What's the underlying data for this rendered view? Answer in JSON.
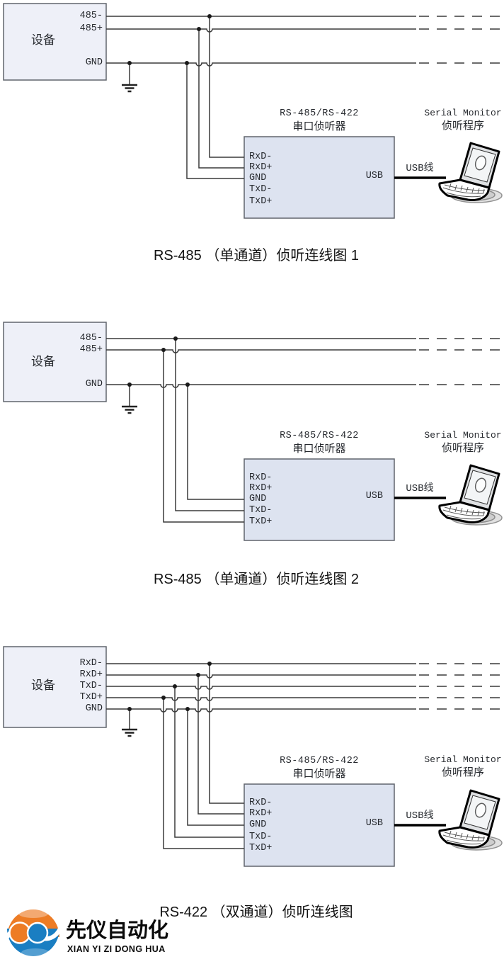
{
  "colors": {
    "wire": "#3a3a3a",
    "device_box_fill": "#eef0f8",
    "listener_box_fill": "#dde3f0",
    "box_border": "#60656d",
    "logo_orange": "#ed7c25",
    "logo_blue": "#1a7ec2",
    "text": "#26292e"
  },
  "diagrams": [
    {
      "device": {
        "label": "设备",
        "pins": [
          "485-",
          "485+",
          "GND"
        ]
      },
      "listener": {
        "title_line1": "RS-485/RS-422",
        "title_line2": "串口侦听器",
        "pins": [
          "RxD-",
          "RxD+",
          "GND",
          "TxD-",
          "TxD+"
        ],
        "usb_label": "USB"
      },
      "monitor": {
        "title_line1": "Serial Monitor",
        "title_line2": "侦听程序"
      },
      "usb_cable_label": "USB线",
      "caption": "RS-485 （单通道）侦听连线图 1"
    },
    {
      "device": {
        "label": "设备",
        "pins": [
          "485-",
          "485+",
          "GND"
        ]
      },
      "listener": {
        "title_line1": "RS-485/RS-422",
        "title_line2": "串口侦听器",
        "pins": [
          "RxD-",
          "RxD+",
          "GND",
          "TxD-",
          "TxD+"
        ],
        "usb_label": "USB"
      },
      "monitor": {
        "title_line1": "Serial Monitor",
        "title_line2": "侦听程序"
      },
      "usb_cable_label": "USB线",
      "caption": "RS-485 （单通道）侦听连线图 2"
    },
    {
      "device": {
        "label": "设备",
        "pins": [
          "RxD-",
          "RxD+",
          "TxD-",
          "TxD+",
          "GND"
        ]
      },
      "listener": {
        "title_line1": "RS-485/RS-422",
        "title_line2": "串口侦听器",
        "pins": [
          "RxD-",
          "RxD+",
          "GND",
          "TxD-",
          "TxD+"
        ],
        "usb_label": "USB"
      },
      "monitor": {
        "title_line1": "Serial Monitor",
        "title_line2": "侦听程序"
      },
      "usb_cable_label": "USB线",
      "caption": "RS-422 （双通道）侦听连线图"
    }
  ],
  "logo": {
    "title": "先仪自动化",
    "subtitle": "XIAN YI ZI DONG HUA"
  }
}
